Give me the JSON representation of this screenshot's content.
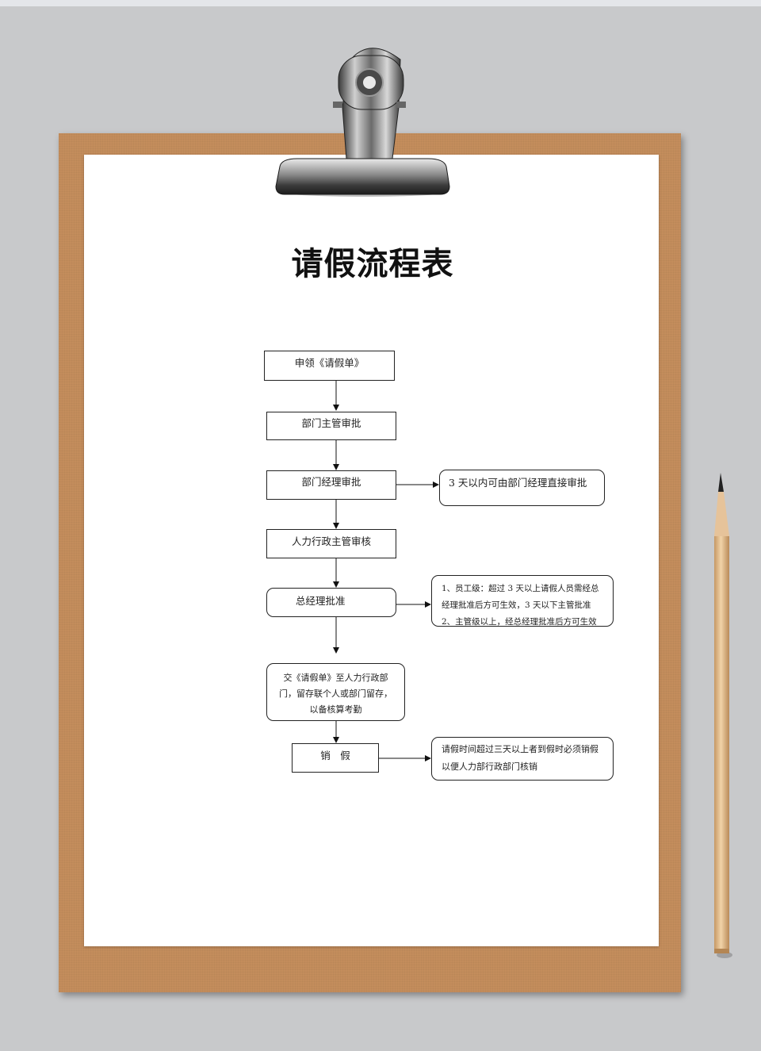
{
  "title": "请假流程表",
  "flow": {
    "step1": "申领《请假单》",
    "step2": "部门主管审批",
    "step3": "部门经理审批",
    "step4": "人力行政主管审核",
    "step5": "总经理批准",
    "step6": {
      "line1": "交《请假单》至人力行政部",
      "line2": "门，留存联个人或部门留存，",
      "line3": "以备核算考勤"
    },
    "step7": "销　假"
  },
  "notes": {
    "note1": "3 天以内可由部门经理直接审批",
    "note2": {
      "line1": "1、员工级：超过 3 天以上请假人员需经总",
      "line2": "经理批准后方可生效，3 天以下主管批准",
      "line3": "2、主管级以上，经总经理批准后方可生效"
    },
    "note3": {
      "line1": "请假时间超过三天以上者到假时必须销假",
      "line2": "以便人力部行政部门核销"
    }
  }
}
